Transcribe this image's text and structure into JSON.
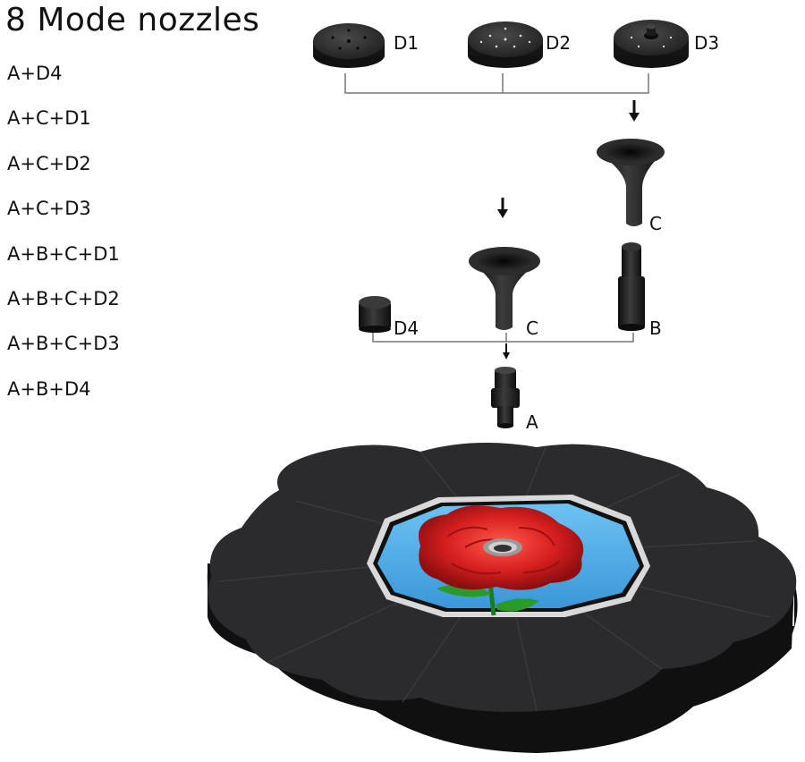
{
  "title": "8 Mode nozzles",
  "combinations": [
    "A+D4",
    "A+C+D1",
    "A+C+D2",
    "A+C+D3",
    "A+B+C+D1",
    "A+B+C+D2",
    "A+B+C+D3",
    "A+B+D4"
  ],
  "parts": {
    "d1": "D1",
    "d2": "D2",
    "d3": "D3",
    "c_upper": "C",
    "c_lower": "C",
    "b": "B",
    "d4": "D4",
    "a": "A"
  },
  "colors": {
    "rose": "#d61f1f",
    "pond_blue": "#47a8e6",
    "panel": "#2b2b2e",
    "foam": "#111111"
  }
}
